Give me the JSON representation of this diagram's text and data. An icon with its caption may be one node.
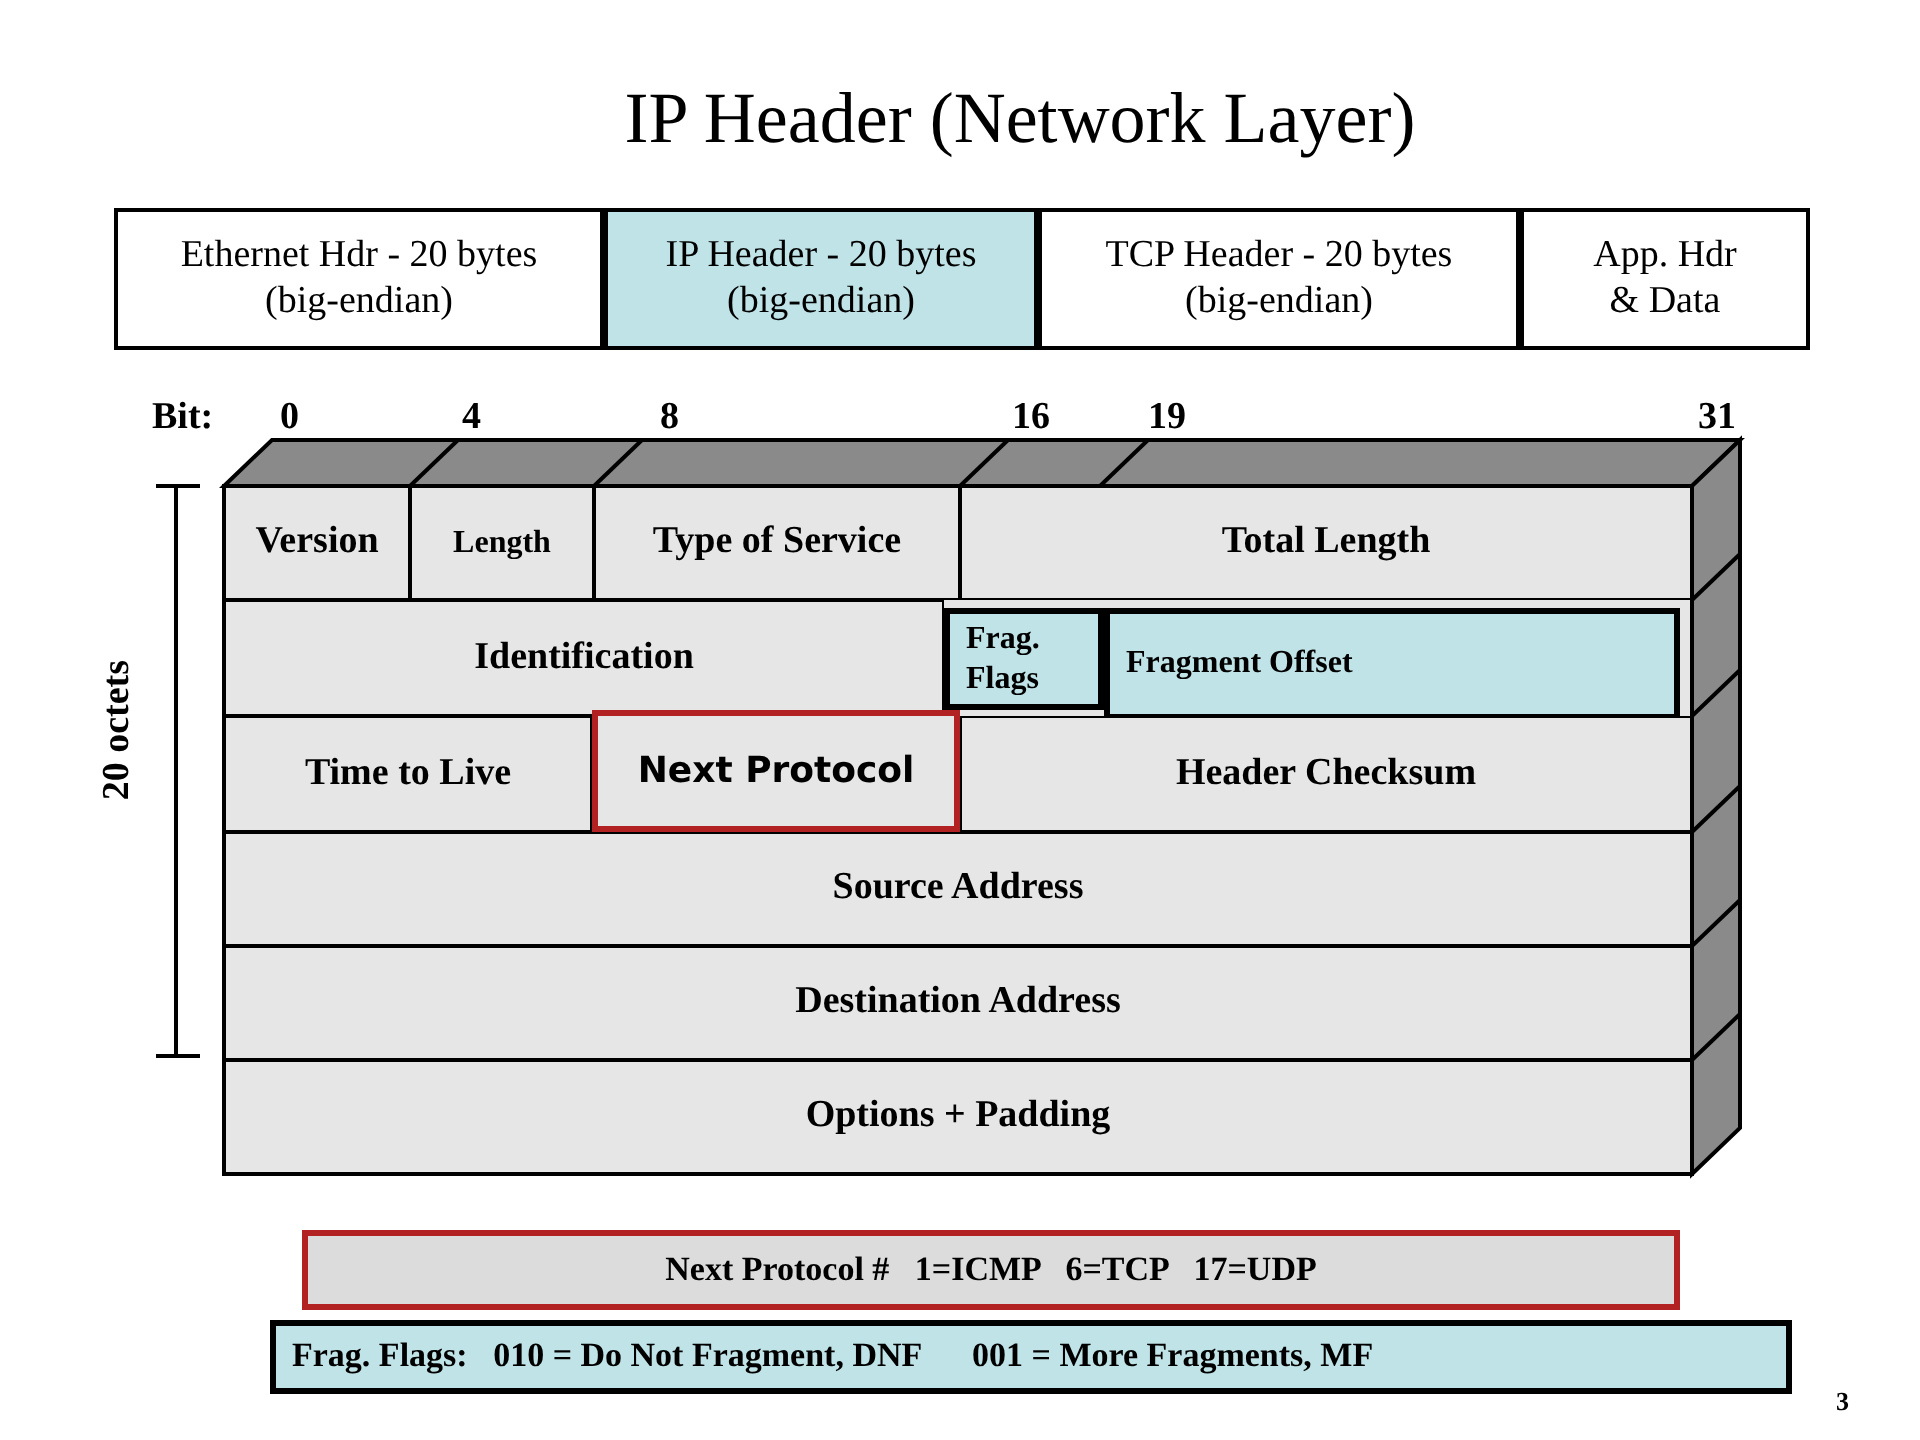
{
  "diagram": {
    "title": "IP Header (Network Layer)",
    "nodes": [
      {
        "text": [
          "Ethernet Hdr - 20 bytes (big-endian)"
        ]
      },
      {
        "text": [
          "IP Header - 20 bytes (big-endian)"
        ]
      },
      {
        "text": [
          "TCP Header - 20 bytes (big-endian)"
        ]
      },
      {
        "text": [
          "App. Hdr & Data"
        ]
      },
      {
        "text": [
          "Version"
        ]
      },
      {
        "text": [
          "Length"
        ]
      },
      {
        "text": [
          "Type of Service"
        ]
      },
      {
        "text": [
          "Total Length"
        ]
      },
      {
        "text": [
          "Identification"
        ]
      },
      {
        "text": [
          "Frag. Flags"
        ]
      },
      {
        "text": [
          "Fragment  Offset"
        ]
      },
      {
        "text": [
          "Time to Live"
        ]
      },
      {
        "text": [
          "Next Protocol"
        ]
      },
      {
        "text": [
          "Header Checksum"
        ]
      },
      {
        "text": [
          "Source Address"
        ]
      },
      {
        "text": [
          "Destination Address"
        ]
      },
      {
        "text": [
          "Options + Padding"
        ]
      },
      {
        "text": [
          "Next Protocol #   1=ICMP   6=TCP   17=UDP"
        ]
      },
      {
        "text": [
          "Frag. Flags:   010 = Do Not Fragment, DNF      001 = More Fragments, MF"
        ]
      }
    ],
    "labels": [
      "Bit:",
      "0",
      "4",
      "8",
      "16",
      "19",
      "31",
      "20 octets",
      "3"
    ]
  }
}
